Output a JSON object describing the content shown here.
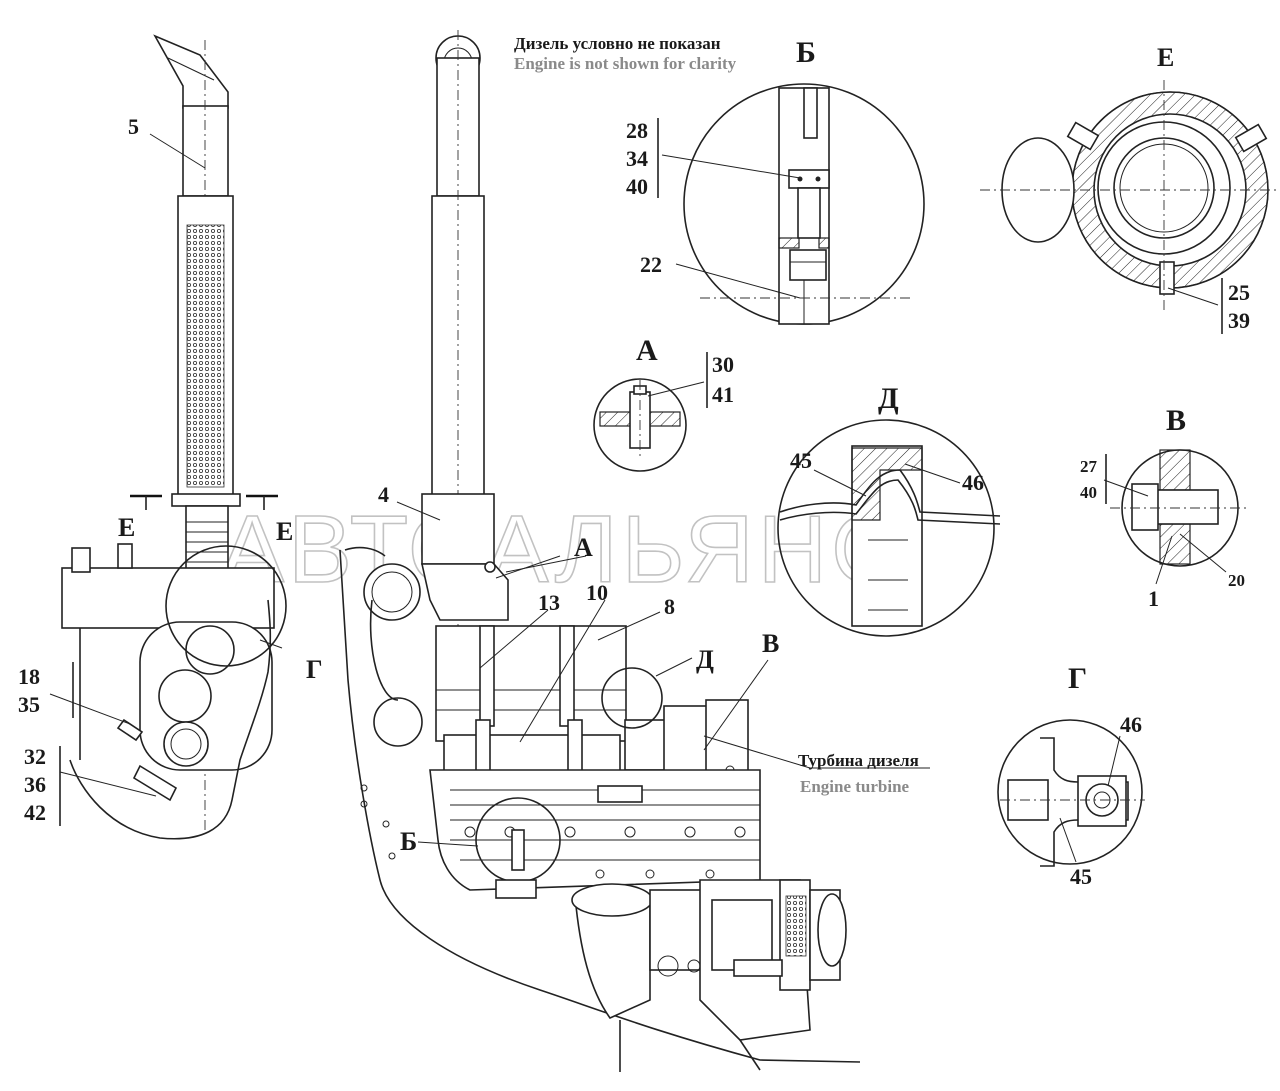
{
  "notes": {
    "engine_not_shown_ru": "Дизель условно не показан",
    "engine_not_shown_en": "Engine is not shown for clarity",
    "turbine_ru": "Турбина дизеля",
    "turbine_en": "Engine turbine"
  },
  "watermark": "АВТОАЛЬЯНС",
  "views": {
    "B_cyr": "Б",
    "E": "Е",
    "A": "А",
    "D": "Д",
    "V": "В",
    "G": "Г"
  },
  "callouts": {
    "c5": "5",
    "c4": "4",
    "c13": "13",
    "c10": "10",
    "c8": "8",
    "c18": "18",
    "c35": "35",
    "c32": "32",
    "c36": "36",
    "c42": "42",
    "c28": "28",
    "c34": "34",
    "c40": "40",
    "c22": "22",
    "c30": "30",
    "c41": "41",
    "c25": "25",
    "c39": "39",
    "c45": "45",
    "c46": "46",
    "c27": "27",
    "c40b": "40",
    "c1": "1",
    "c20": "20",
    "c46b": "46",
    "c45b": "45"
  },
  "section_marks": {
    "E_left": "Е",
    "E_right": "Е",
    "A_main": "А",
    "G_main": "Г",
    "D_main": "Д",
    "V_main": "В",
    "B_main": "Б"
  }
}
